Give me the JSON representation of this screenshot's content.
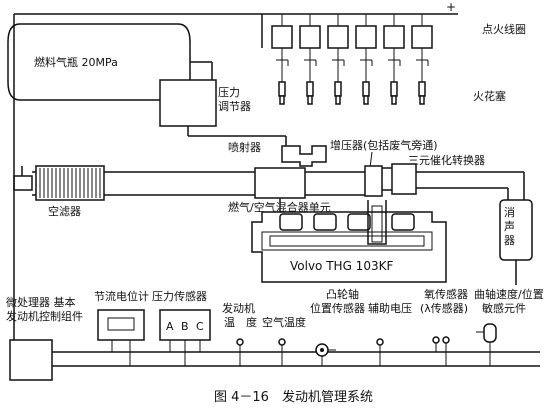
{
  "labels": {
    "ignition_coil": "点火线圈",
    "fuel_tank": "燃料气瓶 20MPa",
    "pressure_regulator_1": "压力",
    "pressure_regulator_2": "调节器",
    "spark_plug": "火花塞",
    "injector": "喷射器",
    "turbo": "增压器(包括废气旁通)",
    "catalytic_converter": "三元催化转换器",
    "air_filter": "空滤器",
    "mixer": "燃气/空气混合器单元",
    "muffler": "消声器",
    "engine": "Volvo THG 103KF",
    "microprocessor_1": "微处理器 基本",
    "microprocessor_2": "发动机控制组件",
    "throttle_sensor": "节流电位计",
    "pressure_sensor": "压力传感器",
    "pressure_sensor_letters": [
      "A",
      "B",
      "C"
    ],
    "engine_temp_1": "发动机",
    "engine_temp_2": "温　度",
    "air_temp": "空气温度",
    "cam_sensor_1": "凸轮轴",
    "cam_sensor_2": "位置传感器",
    "aux_voltage": "辅助电压",
    "oxygen_sensor_1": "氧传感器",
    "oxygen_sensor_2": "(λ传感器)",
    "crank_sensor_1": "曲轴速度/位置",
    "crank_sensor_2": "敏感元件",
    "caption": "图 4－16　发动机管理系统",
    "plus_sign": "+"
  }
}
